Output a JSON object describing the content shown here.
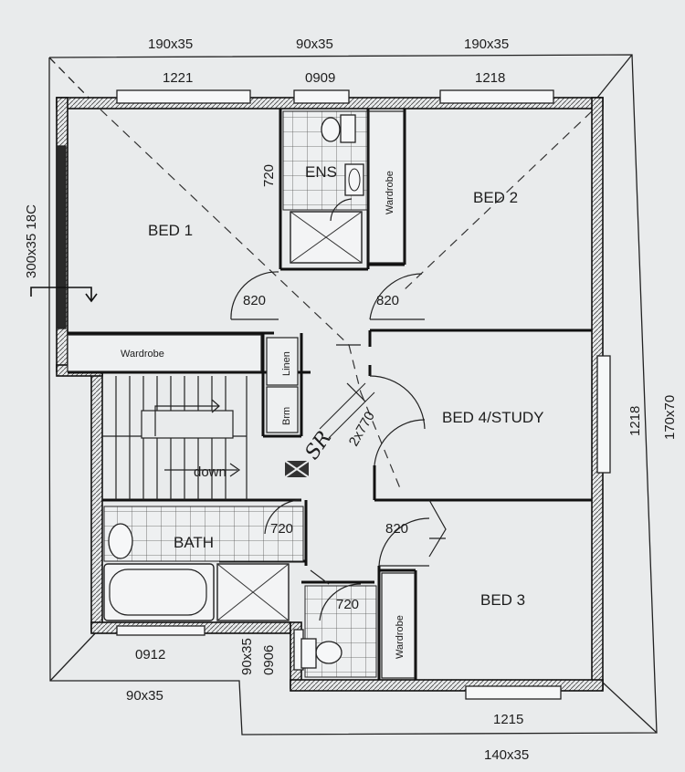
{
  "rooms": {
    "bed1": "BED 1",
    "bed2": "BED 2",
    "bed3": "BED 3",
    "bed4": "BED 4/STUDY",
    "ens": "ENS",
    "bath": "BATH"
  },
  "fixtures": {
    "wardrobe_bed1": "Wardrobe",
    "wardrobe_bed2": "Wardrobe",
    "wardrobe_bed3": "Wardrobe",
    "linen": "Linen",
    "broom": "Brm",
    "stair_down": "down"
  },
  "doors": {
    "bed1": "820",
    "bed2": "820",
    "bed3": "820",
    "ens": "720",
    "bath": "720",
    "wc": "720"
  },
  "windows": {
    "top_left": {
      "size": "190x35",
      "code": "1221"
    },
    "top_middle": {
      "size": "90x35",
      "code": "0909"
    },
    "top_right": {
      "size": "190x35",
      "code": "1218"
    },
    "right": {
      "size": "170x70",
      "code": "1218"
    },
    "bottom_right": {
      "size": "140x35",
      "code": "1215"
    },
    "bottom_left": {
      "size": "90x35",
      "code": "0912"
    },
    "wc": {
      "size": "90x35",
      "code": "0906"
    },
    "left": {
      "size": "300x35 18C"
    }
  },
  "annotations": {
    "sr": "SR",
    "sr_size": "2x770"
  }
}
